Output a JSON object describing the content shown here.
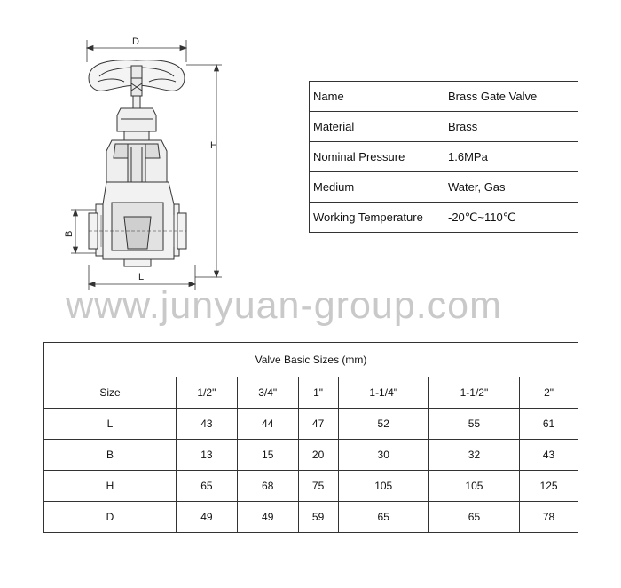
{
  "drawing": {
    "dim_d": "D",
    "dim_h": "H",
    "dim_b": "B",
    "dim_l": "L"
  },
  "spec": [
    {
      "label": "Name",
      "value": "Brass Gate Valve"
    },
    {
      "label": "Material",
      "value": "Brass"
    },
    {
      "label": "Nominal Pressure",
      "value": "1.6MPa"
    },
    {
      "label": "Medium",
      "value": "Water, Gas"
    },
    {
      "label": "Working Temperature",
      "value": "-20℃~110℃"
    }
  ],
  "watermark": "www.junyuan-group.com",
  "sizes": {
    "title": "Valve Basic Sizes (mm)",
    "header": [
      "Size",
      "1/2\"",
      "3/4\"",
      "1\"",
      "1-1/4\"",
      "1-1/2\"",
      "2\""
    ],
    "rows": [
      {
        "label": "L",
        "values": [
          "43",
          "44",
          "47",
          "52",
          "55",
          "61"
        ]
      },
      {
        "label": "B",
        "values": [
          "13",
          "15",
          "20",
          "30",
          "32",
          "43"
        ]
      },
      {
        "label": "H",
        "values": [
          "65",
          "68",
          "75",
          "105",
          "105",
          "125"
        ]
      },
      {
        "label": "D",
        "values": [
          "49",
          "49",
          "59",
          "65",
          "65",
          "78"
        ]
      }
    ]
  }
}
